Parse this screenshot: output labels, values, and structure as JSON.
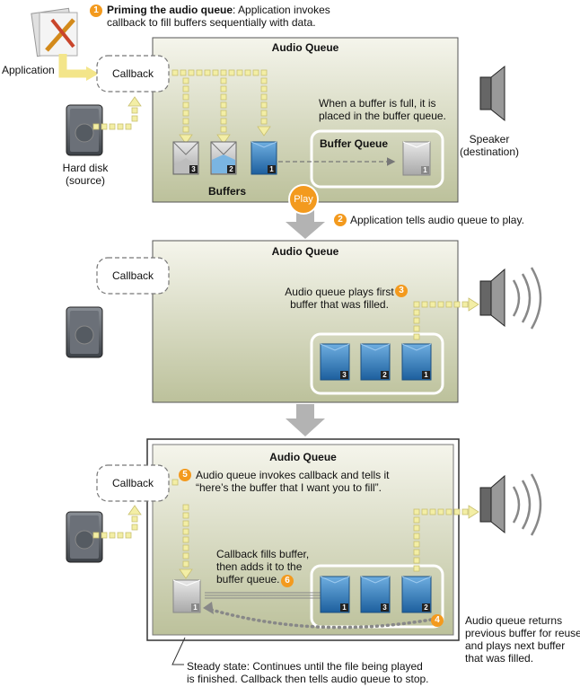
{
  "application_label": "Application",
  "callback_label": "Callback",
  "hard_disk_label": [
    "Hard disk",
    "(source)"
  ],
  "speaker_label": [
    "Speaker",
    "(destination)"
  ],
  "audio_queue_title": "Audio Queue",
  "buffers_label": "Buffers",
  "buffer_queue_label": "Buffer Queue",
  "play_label": "Play",
  "buffer_numbers": {
    "panel1_fill": [
      "3",
      "2",
      "1"
    ],
    "panel1_queue": "1",
    "panel2_queue": [
      "3",
      "2",
      "1"
    ],
    "panel3_empty": "1",
    "panel3_queue": [
      "1",
      "3",
      "2"
    ]
  },
  "steps": {
    "s1_num": "1",
    "s1_bold": "Priming the audio queue",
    "s1_rest": ": Application invokes",
    "s1_line2": "callback to fill buffers sequentially with data.",
    "s2_num": "2",
    "s2_text": "Application tells audio queue to play.",
    "s3_num": "3",
    "s3_lines": [
      "Audio queue plays first",
      "buffer that was filled."
    ],
    "s4_num": "4",
    "s4_lines": [
      "Audio queue returns",
      "previous buffer for reuse",
      "and plays next buffer",
      "that was filled."
    ],
    "s5_num": "5",
    "s5_lines": [
      "Audio queue invokes callback and tells it",
      "“here’s the buffer that I want you to fill”."
    ],
    "s6_num": "6",
    "s6_lines": [
      "Callback fills buffer,",
      "then adds it to the",
      "buffer queue."
    ]
  },
  "panel1_note": [
    "When a buffer is full, it is",
    "placed in the buffer queue."
  ],
  "steady_state": [
    "Steady state: Continues until the file being played",
    "is finished. Callback then tells audio queue to stop."
  ],
  "colors": {
    "step": "#f39a1e",
    "panel_top": "#f4f4ea",
    "panel_bottom": "#bcc19a",
    "buffer_blue": "#2f78b8",
    "dotted": "#e9e19a",
    "gray_arrow": "#b3b3b3"
  }
}
